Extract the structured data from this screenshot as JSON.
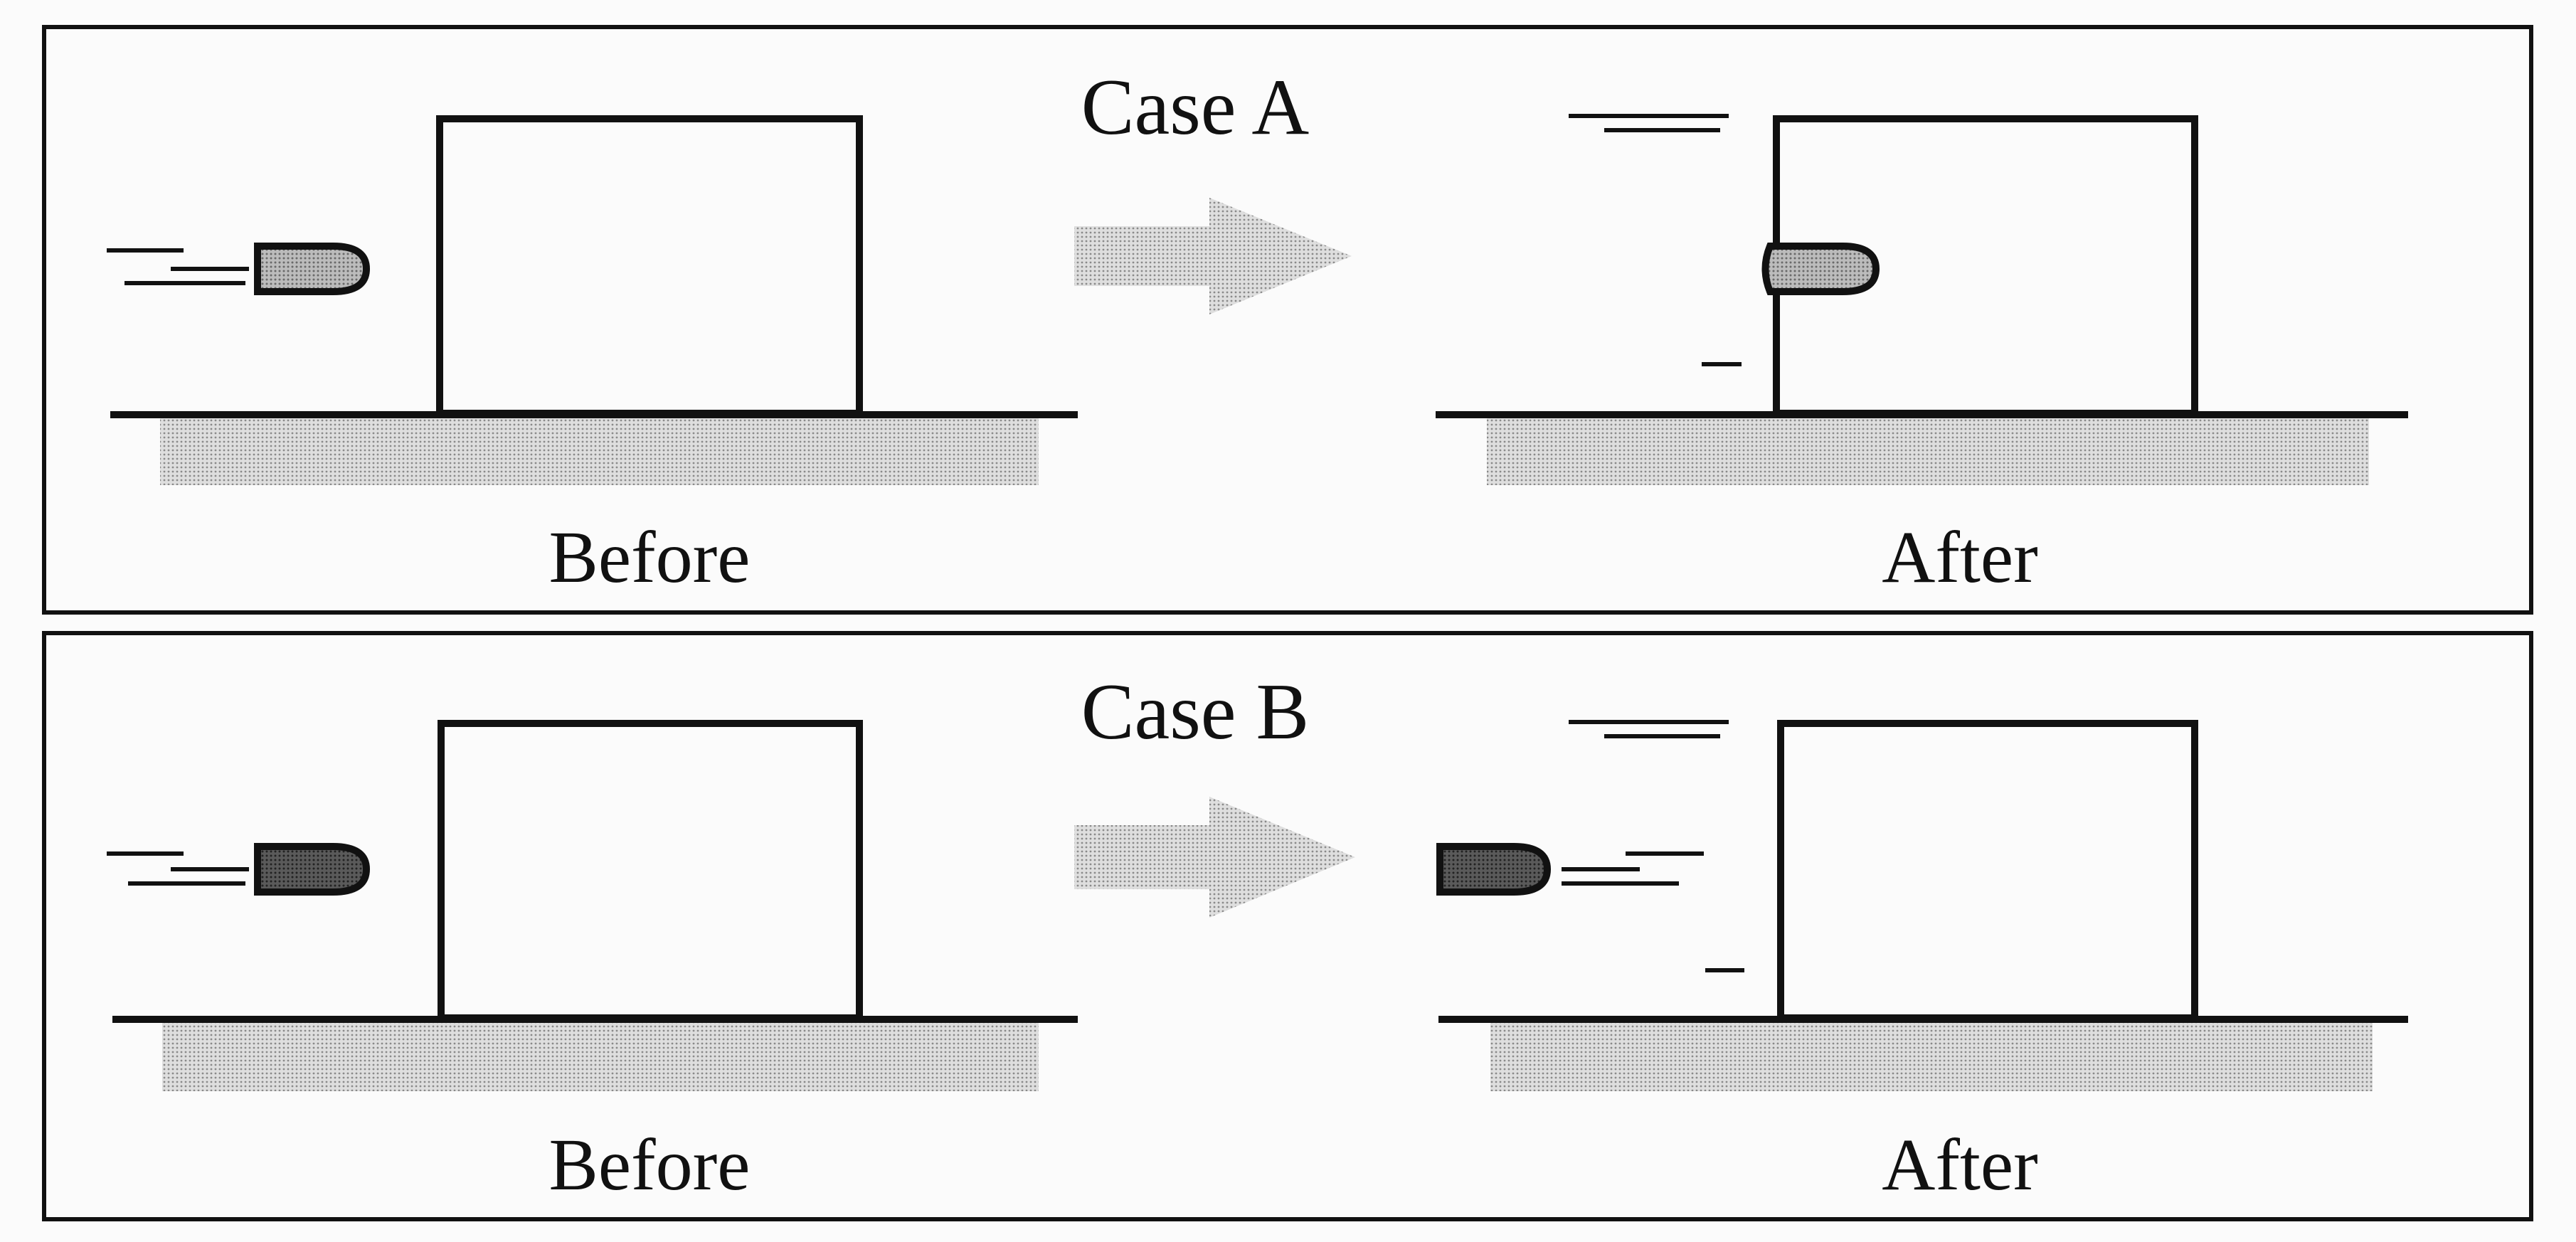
{
  "panels": [
    {
      "case_label": "Case A",
      "before_label": "Before",
      "after_label": "After",
      "outcome": "bullet embedded in block"
    },
    {
      "case_label": "Case B",
      "before_label": "Before",
      "after_label": "After",
      "outcome": "bullet bounces back"
    }
  ],
  "colors": {
    "ink": "#111111",
    "ground_fill": "#c9c9c9",
    "arrow_fill": "#b0b0b0",
    "bullet_a": "#9a9a9a",
    "bullet_b": "#4a4a4a"
  }
}
